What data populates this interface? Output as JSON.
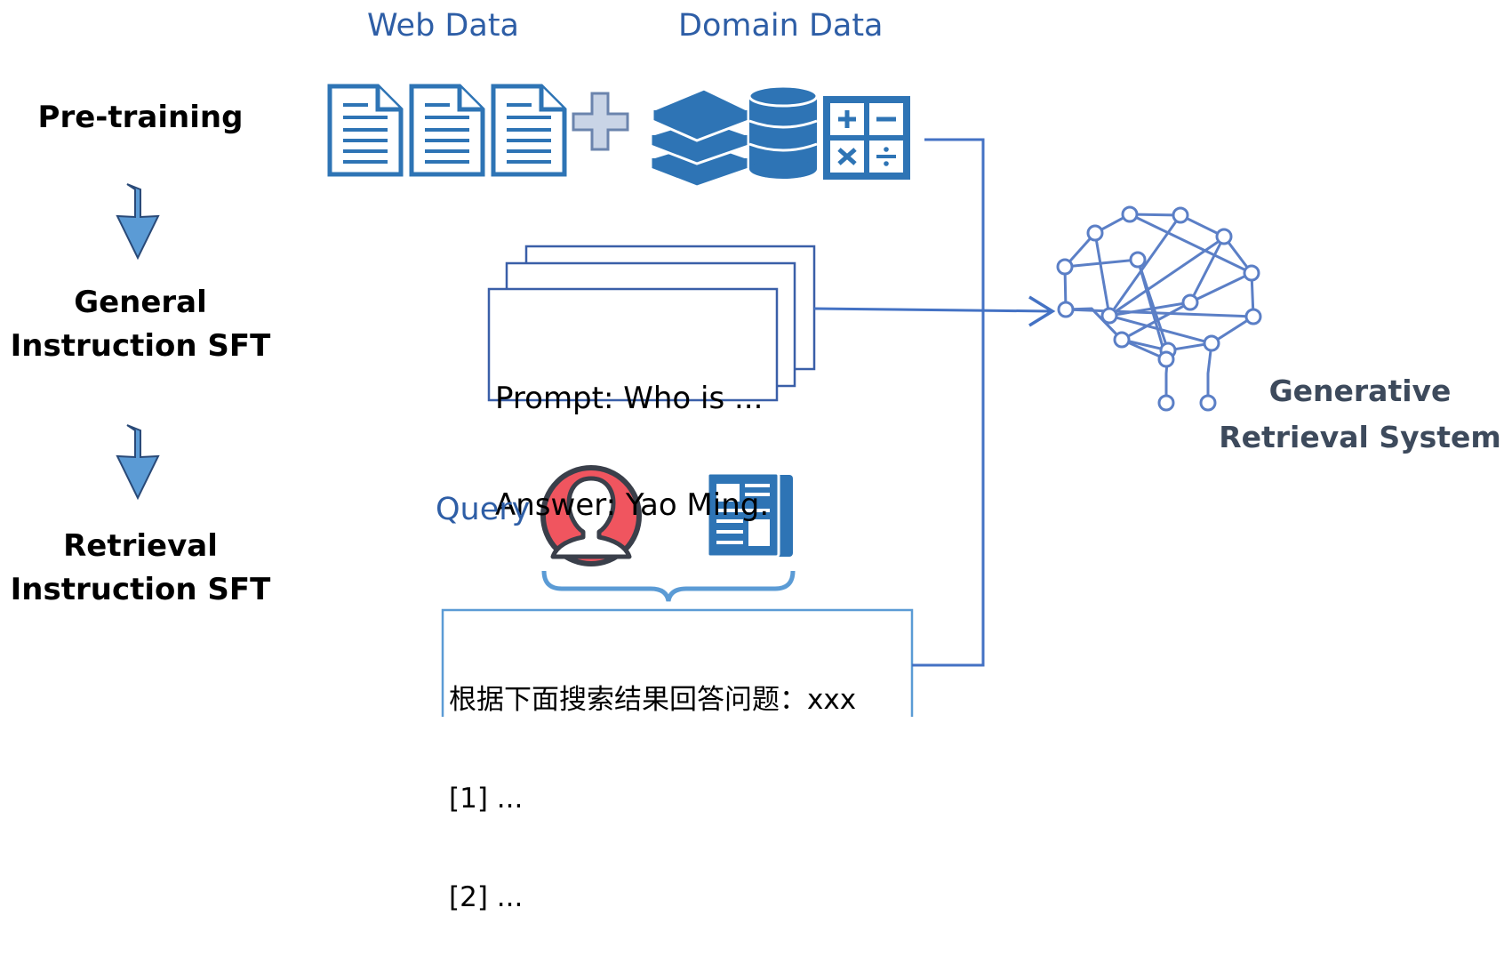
{
  "stages": {
    "pretraining": [
      "Pre-training"
    ],
    "general_sft": [
      "General",
      "Instruction SFT"
    ],
    "retrieval_sft": [
      "Retrieval",
      "Instruction SFT"
    ]
  },
  "sources": {
    "web_data": "Web Data",
    "domain_data": "Domain Data"
  },
  "sft_example": {
    "prompt": "Prompt: Who is ...",
    "answer": "Answer: Yao Ming."
  },
  "query_label": "Query",
  "rag_example": {
    "instruction": "根据下面搜索结果回答问题：xxx",
    "result_1": "[1] ...",
    "result_2": "[2] ..."
  },
  "system": [
    "Generative",
    "Retrieval System"
  ],
  "colors": {
    "icon_blue": "#2e74b5",
    "line_blue": "#4472c4",
    "arrow_fill": "#5b9bd5",
    "user_red": "#f0555f",
    "brain": "#5b7fc6"
  }
}
